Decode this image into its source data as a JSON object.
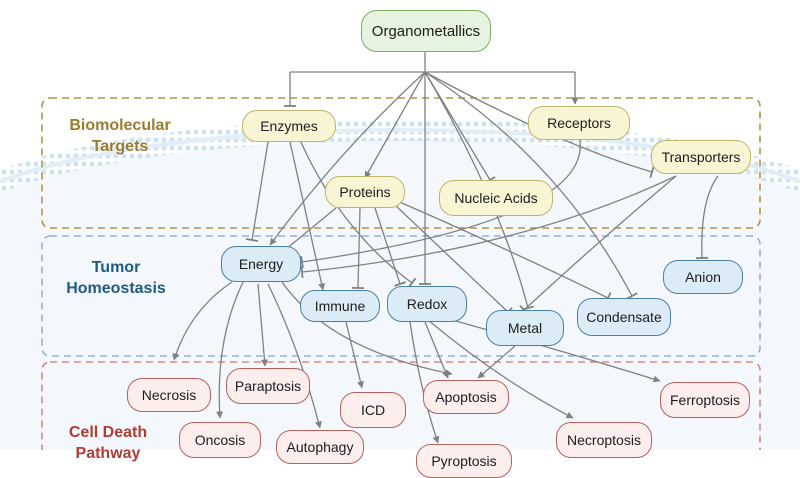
{
  "root": {
    "label": "Organometallics"
  },
  "groups": {
    "targets": {
      "title_line1": "Biomolecular",
      "title_line2": "Targets"
    },
    "homeostasis": {
      "title_line1": "Tumor",
      "title_line2": "Homeostasis"
    },
    "death": {
      "title_line1": "Cell Death",
      "title_line2": "Pathway"
    }
  },
  "targets": {
    "enzymes": "Enzymes",
    "receptors": "Receptors",
    "transporters": "Transporters",
    "proteins": "Proteins",
    "nucleic_acids": "Nucleic Acids"
  },
  "homeostasis": {
    "energy": "Energy",
    "immune": "Immune",
    "redox": "Redox",
    "metal": "Metal",
    "condensate": "Condensate",
    "anion": "Anion"
  },
  "death": {
    "necrosis": "Necrosis",
    "paraptosis": "Paraptosis",
    "icd": "ICD",
    "apoptosis": "Apoptosis",
    "ferroptosis": "Ferroptosis",
    "oncosis": "Oncosis",
    "autophagy": "Autophagy",
    "pyroptosis": "Pyroptosis",
    "necroptosis": "Necroptosis"
  },
  "colors": {
    "targets_border": "#b59248",
    "targets_label": "#9c7a2e",
    "homeostasis_border": "#8fb3d6",
    "homeostasis_label": "#1f5a84",
    "death_border": "#d18c87",
    "death_label": "#b23b33",
    "edge": "#808080"
  }
}
